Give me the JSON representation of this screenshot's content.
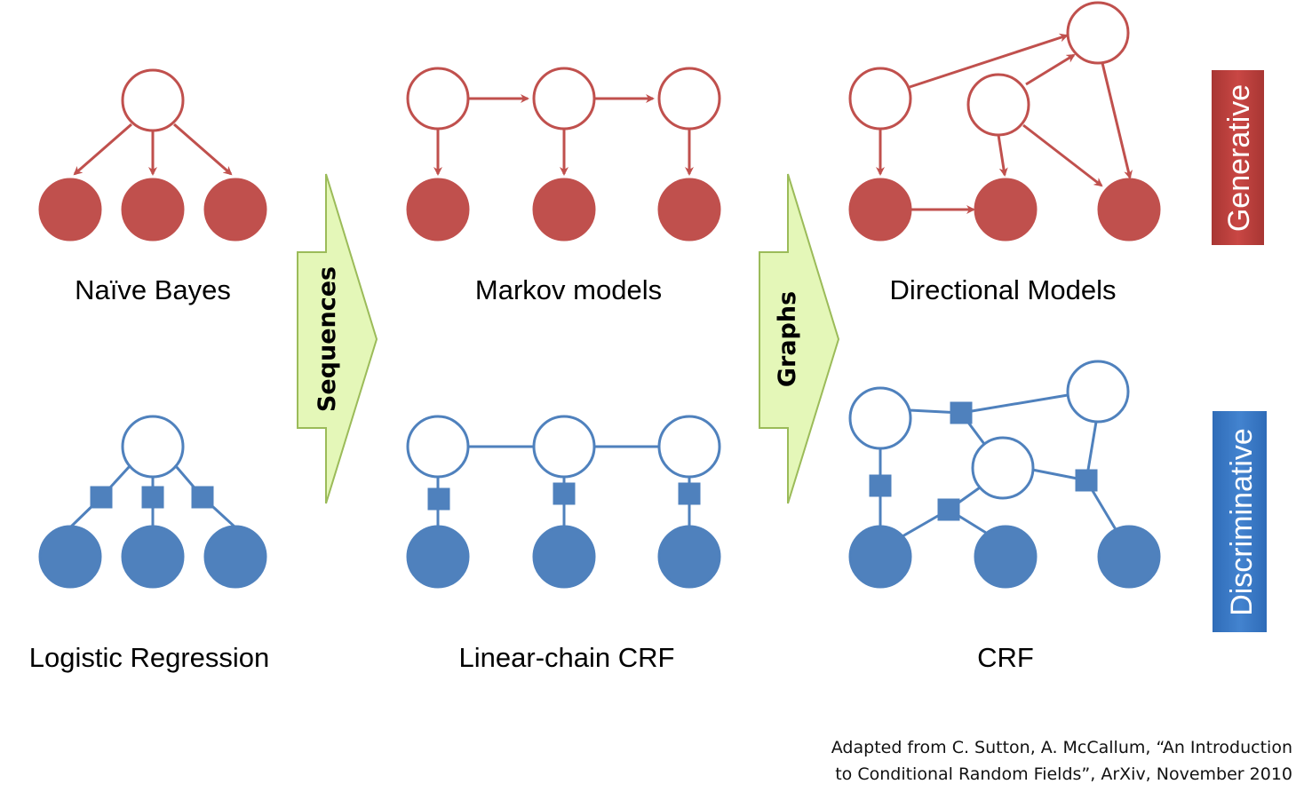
{
  "colors": {
    "generative": "#C0504D",
    "discriminative": "#4F81BD",
    "arrow_fill": "#E4F7B8",
    "arrow_stroke": "#9BBB59",
    "text": "#000000"
  },
  "labels": {
    "naive_bayes": "Naïve Bayes",
    "markov_models": "Markov models",
    "directional_models": "Directional Models",
    "logistic_regression": "Logistic Regression",
    "linear_chain_crf": "Linear-chain CRF",
    "crf": "CRF"
  },
  "arrows": {
    "sequences": "Sequences",
    "graphs": "Graphs"
  },
  "side_labels": {
    "generative": "Generative",
    "discriminative": "Discriminative"
  },
  "credit": {
    "line1": "Adapted from C. Sutton, A. McCallum, “An Introduction",
    "line2": "to Conditional Random Fields”, ArXiv, November 2010"
  }
}
